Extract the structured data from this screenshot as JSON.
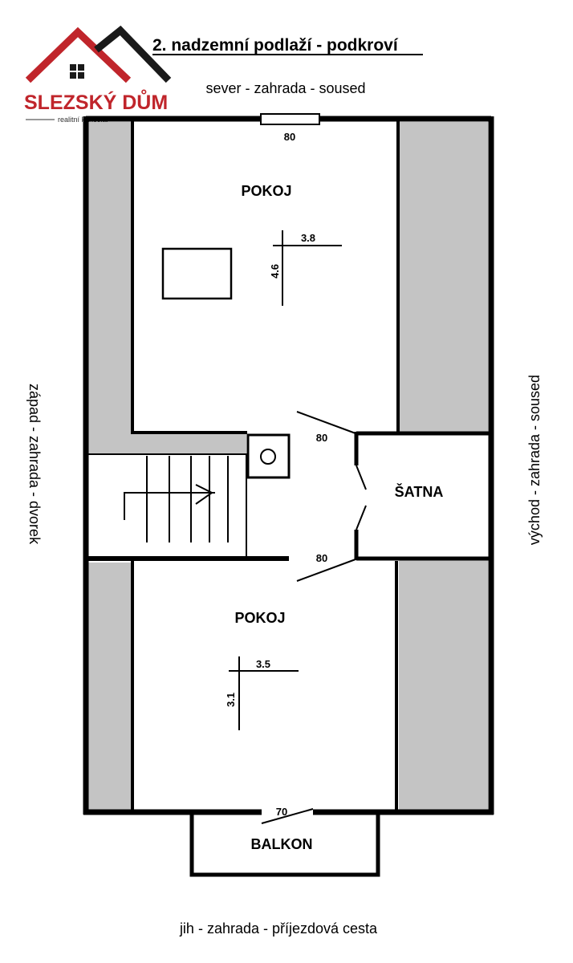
{
  "title": "2. nadzemní podlaží - podkroví",
  "logo": {
    "brand": "SLEZSKÝ DŮM",
    "tagline": "realitní kancelář",
    "colors": {
      "red": "#c0252b",
      "dark": "#1a1a1a"
    }
  },
  "orientation": {
    "north": "sever - zahrada - soused",
    "south": "jih - zahrada - příjezdová cesta",
    "west": "západ - zahrada - dvorek",
    "east": "východ - zahrada - soused"
  },
  "rooms": {
    "upper": {
      "label": "POKOJ",
      "width": "3.8",
      "length": "4.6"
    },
    "lower": {
      "label": "POKOJ",
      "width": "3.5",
      "length": "3.1"
    },
    "closet": {
      "label": "ŠATNA"
    },
    "balcony": {
      "label": "BALKON"
    }
  },
  "openings": {
    "window_north": "80",
    "door_closet_upper": "80",
    "door_closet_lower": "80",
    "door_balcony": "70"
  },
  "colors": {
    "wall": "#000000",
    "slope": "#c4c4c4",
    "background": "#ffffff"
  }
}
